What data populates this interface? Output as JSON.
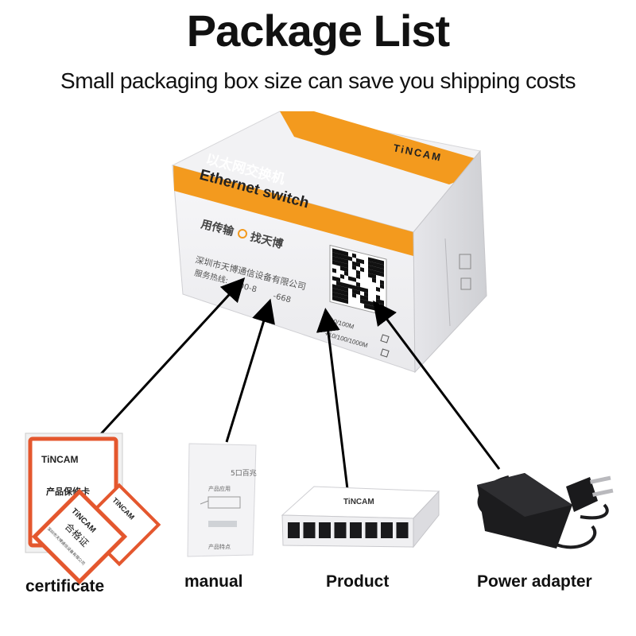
{
  "header": {
    "title": "Package List",
    "subtitle": "Small packaging box size can save you shipping costs"
  },
  "box": {
    "brand": "TiNCAM",
    "product_cn": "以太网交换机",
    "product_en": "Ethernet switch",
    "slogan_left": "用传输",
    "slogan_right": "找天博",
    "company": "深圳市天博通信设备有限公司",
    "hotline_label": "服务热线:",
    "hotline_digits": "00-8",
    "hotline_tail": "-668",
    "option_100": "+10/100M",
    "option_1000": "+10/100/1000M"
  },
  "items": {
    "certificate": {
      "label": "certificate",
      "card_brand": "TiNCAM",
      "card_title": "产品保修卡",
      "tag_brand": "TiNCAM",
      "tag_title": "合格证",
      "tag_company": "深圳市天博通信设备有限公司"
    },
    "manual": {
      "label": "manual",
      "heading": "5口百兆",
      "section1": "产品应用",
      "section2": "产品特点"
    },
    "product": {
      "label": "Product",
      "brand": "TiNCAM"
    },
    "power": {
      "label": "Power adapter"
    }
  },
  "colors": {
    "orange": "#f39a1e",
    "box_white": "#f4f4f6",
    "adapter_black": "#1c1c1e",
    "cert_red": "#e4572e"
  }
}
